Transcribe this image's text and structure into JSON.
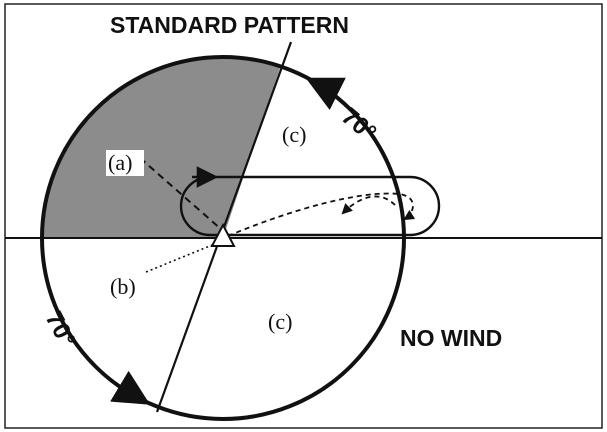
{
  "diagram": {
    "title": "STANDARD PATTERN",
    "condition_label": "NO WIND",
    "labels": {
      "a": "(a)",
      "b": "(b)",
      "c_upper": "(c)",
      "c_lower": "(c)"
    },
    "angles": {
      "upper_right": "70°",
      "lower_left": "70°"
    },
    "colors": {
      "shaded_sector": "#8c8c8c",
      "stroke": "#111111",
      "background": "#ffffff"
    }
  }
}
